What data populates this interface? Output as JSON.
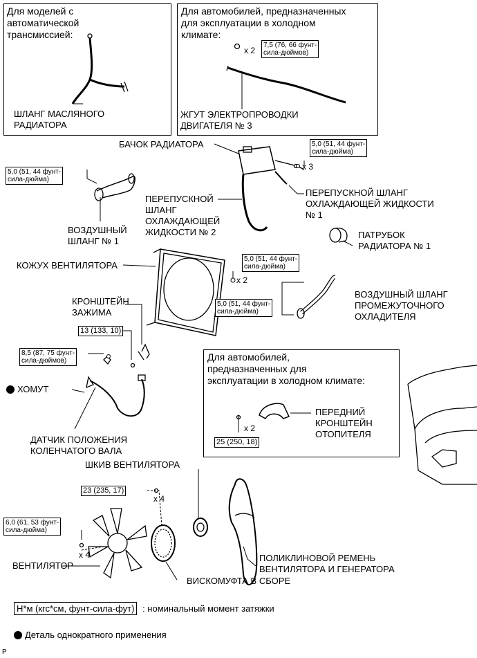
{
  "boxes": {
    "at": {
      "title": "Для моделей с\nавтоматической\nтрансмиссией:",
      "part": "ШЛАНГ МАСЛЯНОГО\nРАДИАТОРА"
    },
    "cold1": {
      "title": "Для автомобилей, предназначенных\nдля эксплуатации в холодном\nклимате:",
      "torque": "7,5 (76, 66 фунт-\nсила-дюймов)",
      "qty": "x 2",
      "part": "ЖГУТ ЭЛЕКТРОПРОВОДКИ\nДВИГАТЕЛЯ № 3"
    },
    "cold2": {
      "title": "Для автомобилей,\nпредназначенных для\nэксплуатации в холодном климате:",
      "part": "ПЕРЕДНИЙ\nКРОНШТЕЙН\nОТОПИТЕЛЯ",
      "qty": "x 2",
      "torque": "25 (250, 18)"
    }
  },
  "labels": {
    "reservoir": "БАЧОК РАДИАТОРА",
    "reservoir_torque": "5,0 (51, 44 фунт-\nсила-дюйма)",
    "reservoir_qty": "x 3",
    "bypass1": "ПЕРЕПУСКНОЙ ШЛАНГ\nОХЛАЖДАЮЩЕЙ ЖИДКОСТИ\n№ 1",
    "bypass2": "ПЕРЕПУСКНОЙ\nШЛАНГ\nОХЛАЖДАЮЩЕЙ\nЖИДКОСТИ № 2",
    "air_hose_torque": "5,0 (51, 44 фунт-\nсила-дюйма)",
    "air_hose": "ВОЗДУШНЫЙ\nШЛАНГ № 1",
    "rad_inlet": "ПАТРУБОК\nРАДИАТОРА № 1",
    "shroud": "КОЖУХ ВЕНТИЛЯТОРА",
    "shroud_torque": "5,0 (51, 44 фунт-\nсила-дюйма)",
    "shroud_qty": "x 2",
    "ic_hose_torque": "5,0 (51, 44 фунт-\nсила-дюйма)",
    "ic_hose": "ВОЗДУШНЫЙ ШЛАНГ\nПРОМЕЖУТОЧНОГО\nОХЛАДИТЕЛЯ",
    "clamp_bracket": "КРОНШТЕЙН\nЗАЖИМА",
    "clamp_torque": "13 (133, 10)",
    "sensor_torque": "8,5 (87, 75 фунт-\nсила-дюймов)",
    "clip": "ХОМУТ",
    "crank_sensor": "ДАТЧИК ПОЛОЖЕНИЯ\nКОЛЕНЧАТОГО ВАЛА",
    "pulley": "ШКИВ ВЕНТИЛЯТОРА",
    "pulley_torque": "23 (235, 17)",
    "pulley_qty": "x 4",
    "fan_torque": "6,0 (61, 53 фунт-\nсила-дюйма)",
    "fan_qty": "x 4",
    "fan": "ВЕНТИЛЯТОР",
    "belt": "ПОЛИКЛИНОВОЙ РЕМЕНЬ\nВЕНТИЛЯТОРА И ГЕНЕРАТОРА",
    "coupling": "ВИСКОМУФТА В СБОРЕ"
  },
  "legend": {
    "torque_unit": "Н*м (кгс*см, фунт-сила-фут)",
    "torque_desc": ": номинальный момент затяжки",
    "nonreusable": "Деталь однократного применения"
  },
  "figure_code": "P"
}
